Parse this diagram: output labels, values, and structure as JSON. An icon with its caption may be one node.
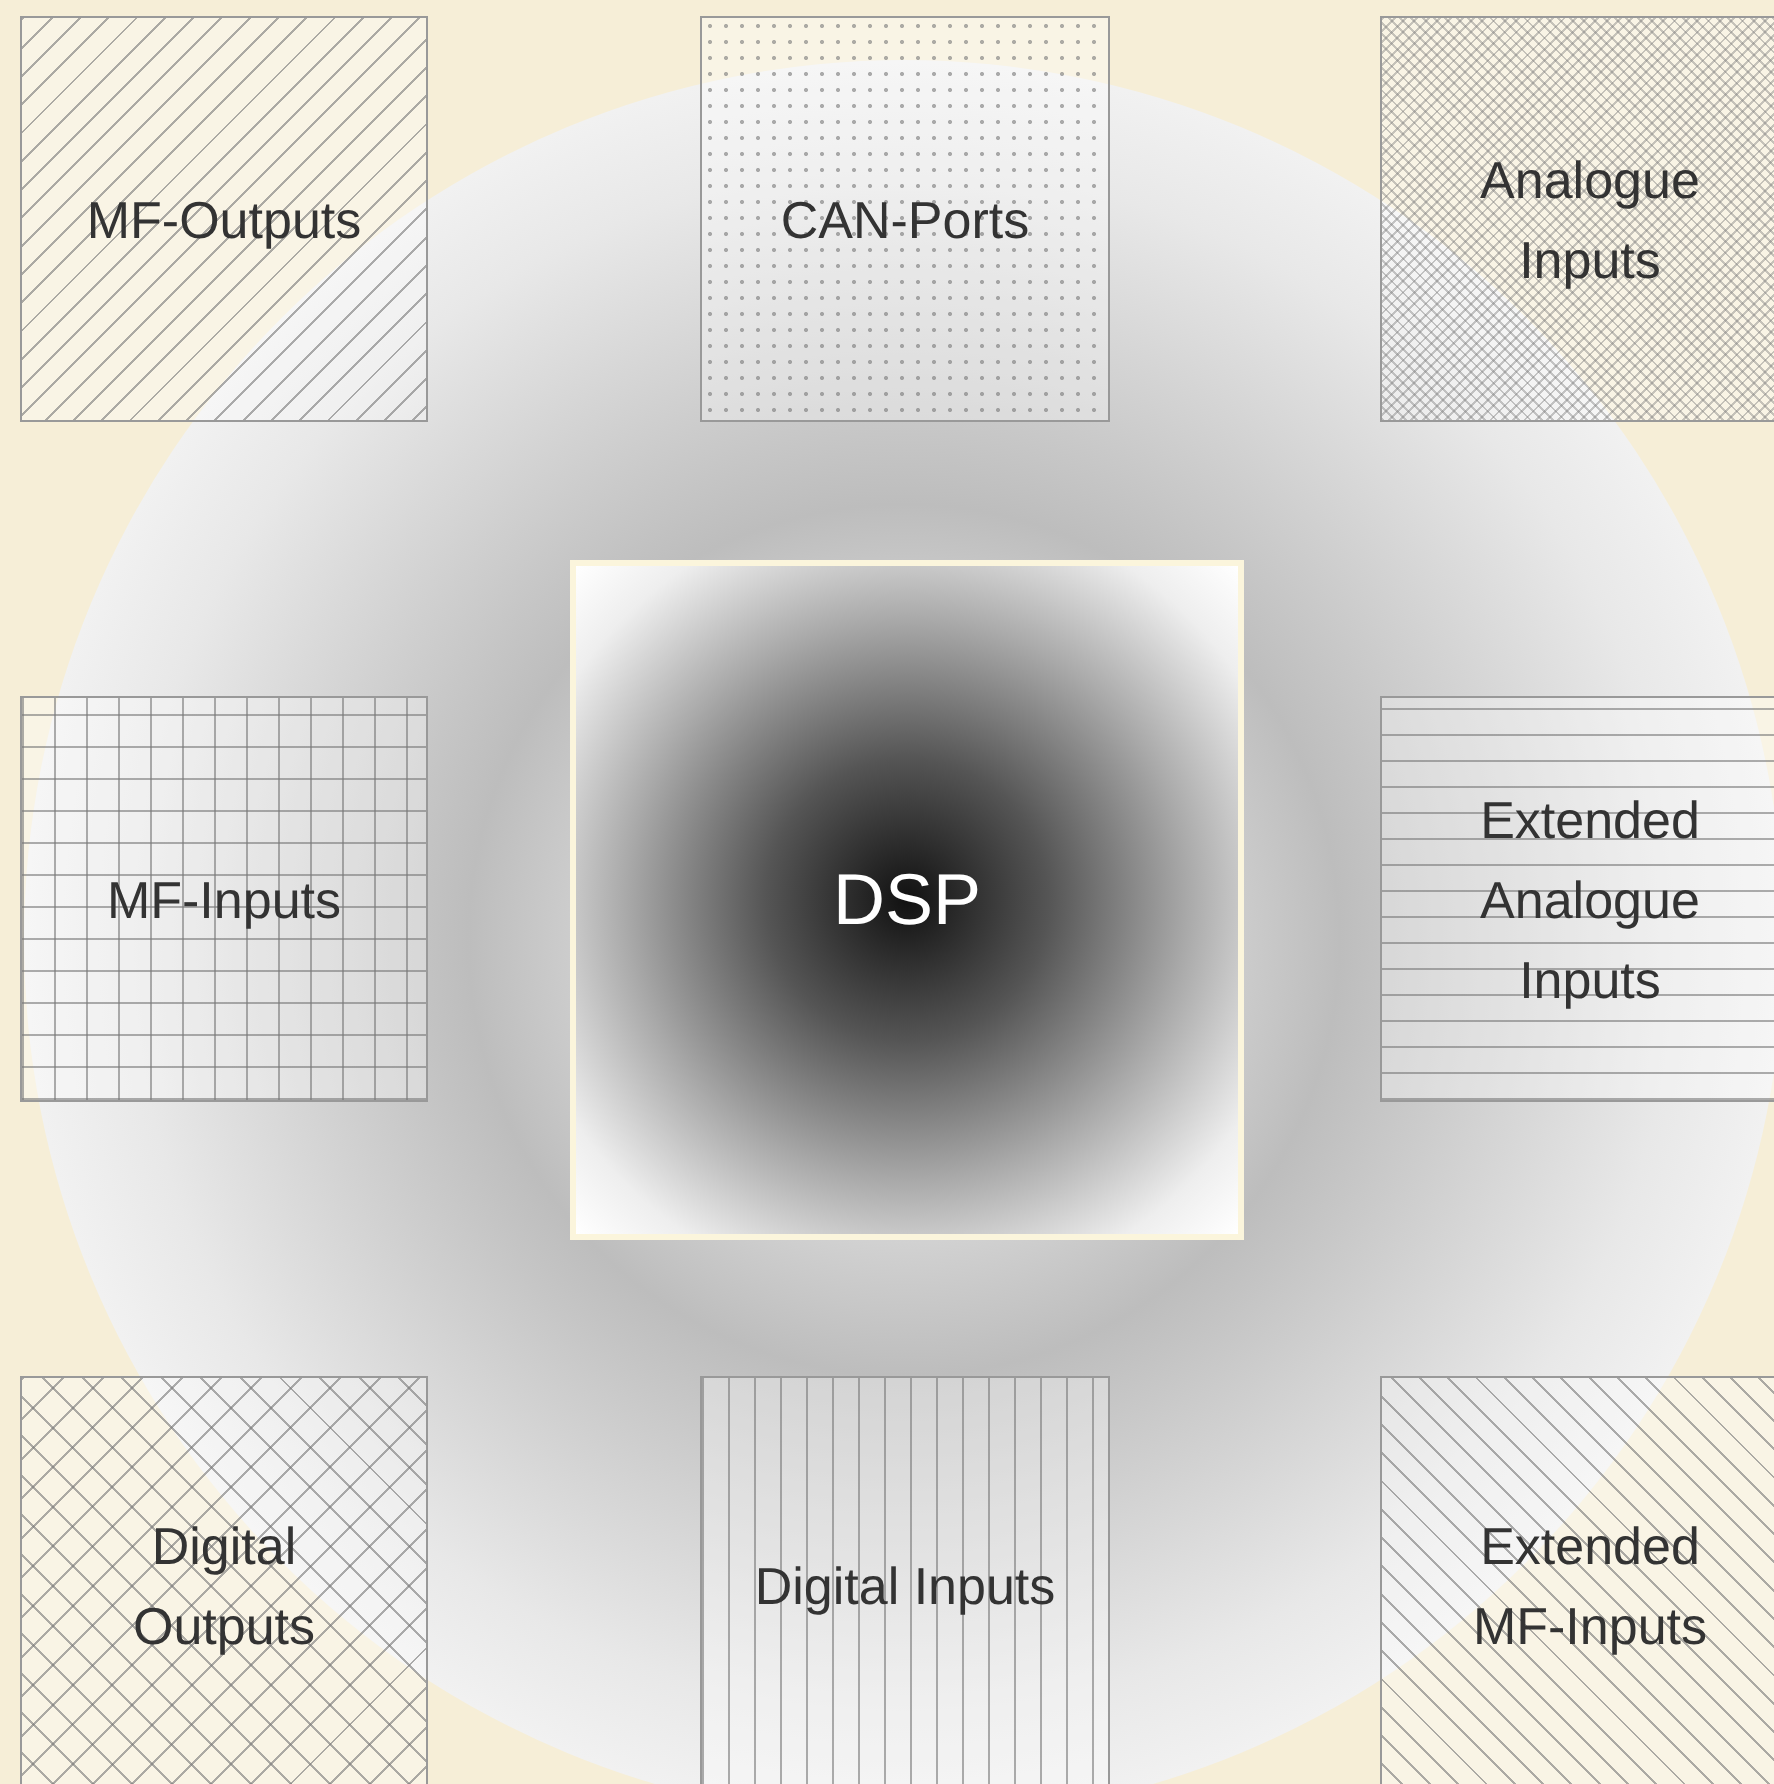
{
  "diagram": {
    "nodes": [
      {
        "text": [
          "MF-Outputs"
        ]
      },
      {
        "text": [
          "CAN-Ports"
        ]
      },
      {
        "text": [
          "Analogue Inputs"
        ]
      },
      {
        "text": [
          "MF-Inputs"
        ]
      },
      {
        "text": [
          "DSP"
        ]
      },
      {
        "text": [
          "Extended Analogue Inputs"
        ]
      },
      {
        "text": [
          "Digital Outputs"
        ]
      },
      {
        "text": [
          "Digital Inputs"
        ]
      },
      {
        "text": [
          "Extended MF-Inputs"
        ]
      }
    ],
    "edges": []
  }
}
